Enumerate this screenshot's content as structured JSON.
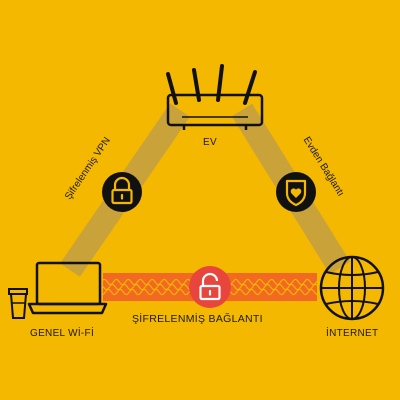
{
  "nodes": {
    "home": {
      "label": "EV",
      "icon": "router-icon"
    },
    "public_wifi": {
      "label": "GENEL Wİ-Fİ",
      "icon": "laptop-coffee-icon"
    },
    "internet": {
      "label": "İNTERNET",
      "icon": "globe-icon"
    }
  },
  "links": {
    "left": {
      "label": "Şifrelenmiş VPN",
      "icon": "lock-icon"
    },
    "right": {
      "label": "Evden Bağlantı",
      "icon": "shield-heart-icon"
    },
    "bottom": {
      "label": "ŞİFRELENMİŞ BAĞLANTI",
      "icon": "unlocked-lock-icon"
    }
  },
  "colors": {
    "background": "#F5B800",
    "tunnel": "#C9A23A",
    "wave": "#F26A22",
    "dark": "#111111",
    "alert_red": "#E8453C",
    "white": "#FFFFFF"
  }
}
